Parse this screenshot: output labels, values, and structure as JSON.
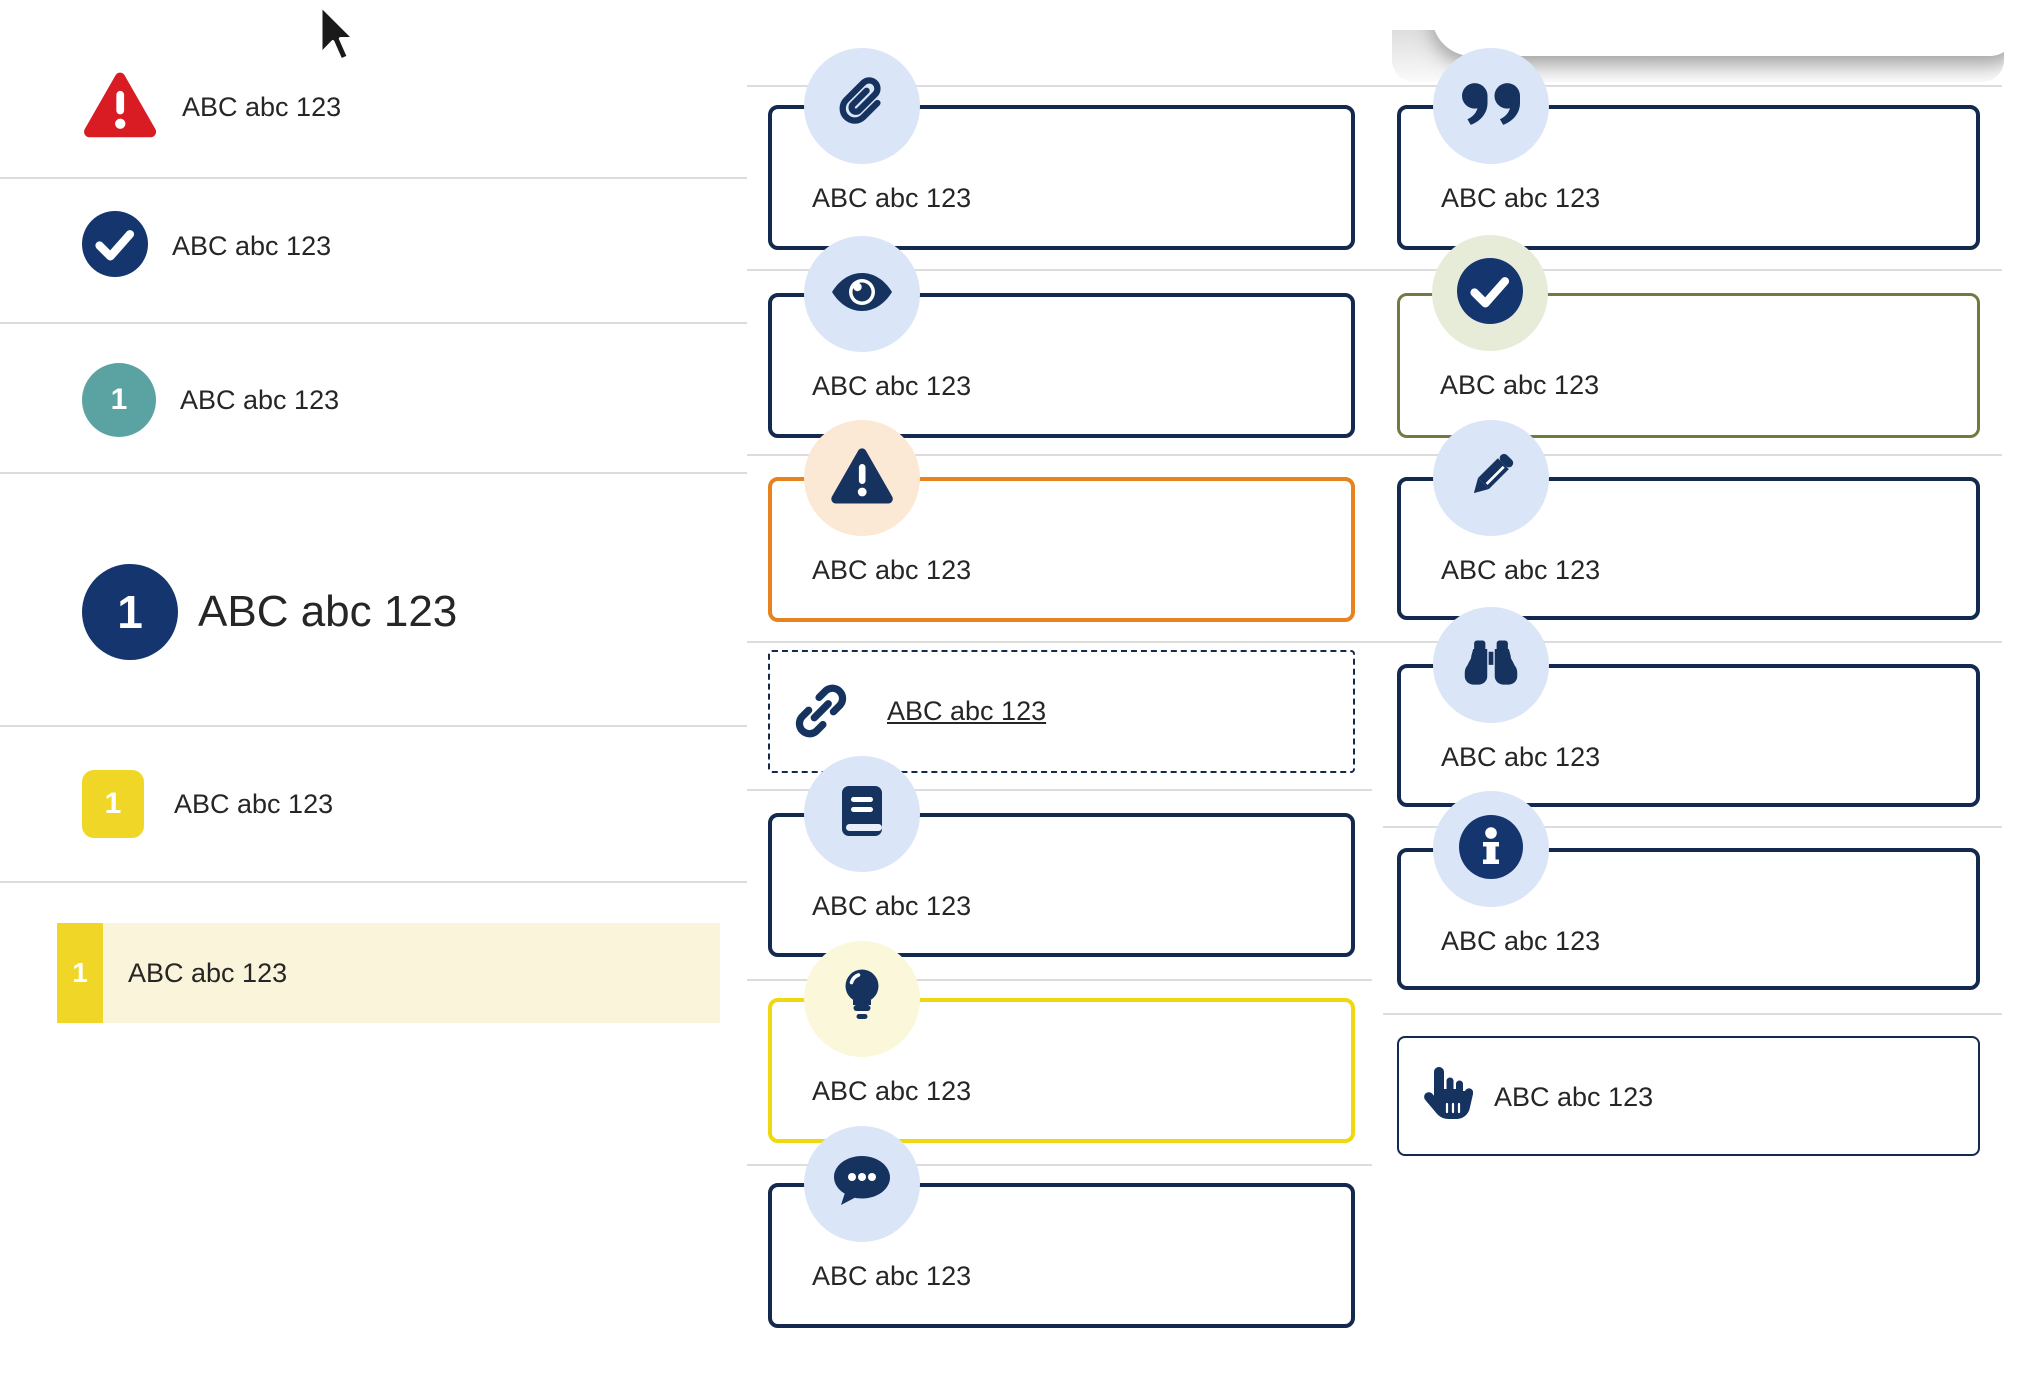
{
  "colors": {
    "navy-border": "#13294e",
    "navy-icon": "#16335f",
    "navy-fill": "#15356f",
    "badge-blue": "#dbe5f8",
    "peach": "#fbe8d5",
    "pale-green": "#e7ecd9",
    "pale-bulb": "#fbf7da",
    "red": "#d91c24",
    "teal": "#5ba3a3",
    "yellow": "#f0d626",
    "pale-yellow": "#faf5da",
    "orange": "#e6831f",
    "olive": "#6f7b40",
    "yellow-border": "#eed911",
    "divider": "#dcdcdc",
    "text": "#262626"
  },
  "left_list": {
    "items": [
      {
        "icon": "alert-triangle-icon",
        "label": "ABC abc 123"
      },
      {
        "icon": "check-circle-icon",
        "label": "ABC abc 123"
      },
      {
        "icon": "number-circle-teal",
        "number": "1",
        "label": "ABC abc 123"
      },
      {
        "icon": "number-circle-navy-large",
        "number": "1",
        "label": "ABC abc 123"
      },
      {
        "icon": "number-square-yellow",
        "number": "1",
        "label": "ABC abc 123"
      },
      {
        "icon": "number-bar-yellow",
        "number": "1",
        "label": "ABC abc 123",
        "highlighted": true
      }
    ]
  },
  "middle_callouts": [
    {
      "icon": "paperclip-icon",
      "style": "navy",
      "label": "ABC abc 123"
    },
    {
      "icon": "eye-icon",
      "style": "navy",
      "label": "ABC abc 123"
    },
    {
      "icon": "alert-triangle-icon",
      "style": "orange",
      "label": "ABC abc 123"
    },
    {
      "icon": "link-icon",
      "style": "dashed-link",
      "label": "ABC abc 123",
      "link": true
    },
    {
      "icon": "book-icon",
      "style": "navy",
      "label": "ABC abc 123"
    },
    {
      "icon": "lightbulb-icon",
      "style": "yellow",
      "label": "ABC abc 123"
    },
    {
      "icon": "chat-icon",
      "style": "navy",
      "label": "ABC abc 123"
    }
  ],
  "right_callouts": [
    {
      "icon": "quote-icon",
      "style": "navy",
      "label": "ABC abc 123"
    },
    {
      "icon": "check-circle-icon",
      "style": "olive",
      "label": "ABC abc 123"
    },
    {
      "icon": "pencil-icon",
      "style": "navy",
      "label": "ABC abc 123"
    },
    {
      "icon": "binoculars-icon",
      "style": "navy",
      "label": "ABC abc 123"
    },
    {
      "icon": "info-icon",
      "style": "navy",
      "label": "ABC abc 123"
    },
    {
      "icon": "hand-pointer-icon",
      "style": "navy-slim",
      "label": "ABC abc 123"
    }
  ]
}
